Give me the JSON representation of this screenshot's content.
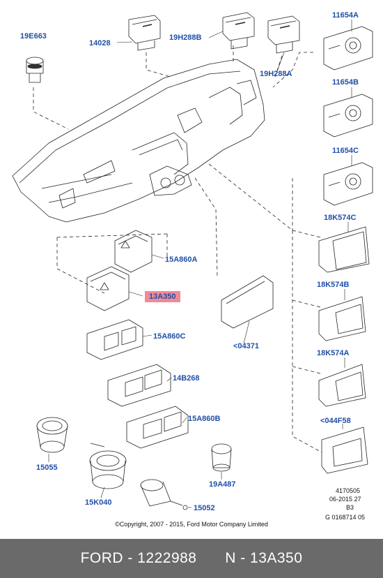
{
  "labels": {
    "p19E663": "19E663",
    "p14028": "14028",
    "p19H288B": "19H288B",
    "p19H288A": "19H288A",
    "p11654A": "11654A",
    "p11654B": "11654B",
    "p11654C": "11654C",
    "p18K574C": "18K574C",
    "p18K574B": "18K574B",
    "p18K574A": "18K574A",
    "p044F58": "<044F58",
    "p15A860A": "15A860A",
    "p13A350": "13A350",
    "p15A860C": "15A860C",
    "p14B268": "14B268",
    "p15A860B": "15A860B",
    "p04371": "<04371",
    "p15055": "15055",
    "p15K040": "15K040",
    "p19A487": "19A487",
    "p15052": "15052"
  },
  "meta": {
    "line1": "4170505",
    "line2": "06-2015 27",
    "line3": "B3",
    "line4": "G 0168714 05"
  },
  "copyright": "©Copyright, 2007 - 2015, Ford Motor Company Limited",
  "footer": {
    "brand_part": "FORD - 1222988",
    "number_part": "N - 13A350"
  },
  "colors": {
    "label_text": "#1f4fa8",
    "highlight": "#f08a98",
    "footer_bg": "#6a6a6a"
  }
}
